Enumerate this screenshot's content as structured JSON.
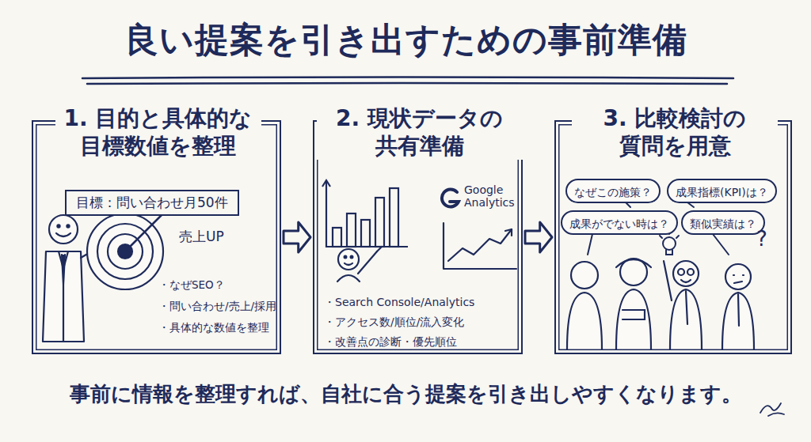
{
  "diagram": {
    "title": "良い提案を引き出すための事前準備",
    "caption": "事前に情報を整理すれば、自社に合う提案を引き出しやすくなります。",
    "nodes": [
      {
        "text": [
          "1. 目的と具体的な 目標数値を整理",
          "・なぜSEO？",
          "・問い合わせ/売上/採用",
          "・具体的な数値を整理"
        ]
      },
      {
        "text": [
          "目標：問い合わせ月50件"
        ],
        "in": 0
      },
      {
        "text": [
          "2. 現状データの 共有準備",
          "・Search Console/Analytics",
          "・アクセス数/順位/流入変化",
          "・改善点の診断・優先順位"
        ]
      },
      {
        "text": [
          "3. 比較検討の 質問を用意"
        ]
      },
      {
        "text": [
          "なぜこの施策？"
        ],
        "in": 3
      },
      {
        "text": [
          "成果指標(KPI)は？"
        ],
        "in": 3
      },
      {
        "text": [
          "成果がでない時は？"
        ],
        "in": 3
      },
      {
        "text": [
          "類似実績は？"
        ],
        "in": 3
      }
    ],
    "edges": [
      {
        "from": 0,
        "to": 2,
        "arrow": "to"
      },
      {
        "from": 2,
        "to": 3,
        "arrow": "to"
      }
    ],
    "labels": [
      "売上UP",
      "Google Analytics",
      "?"
    ]
  }
}
